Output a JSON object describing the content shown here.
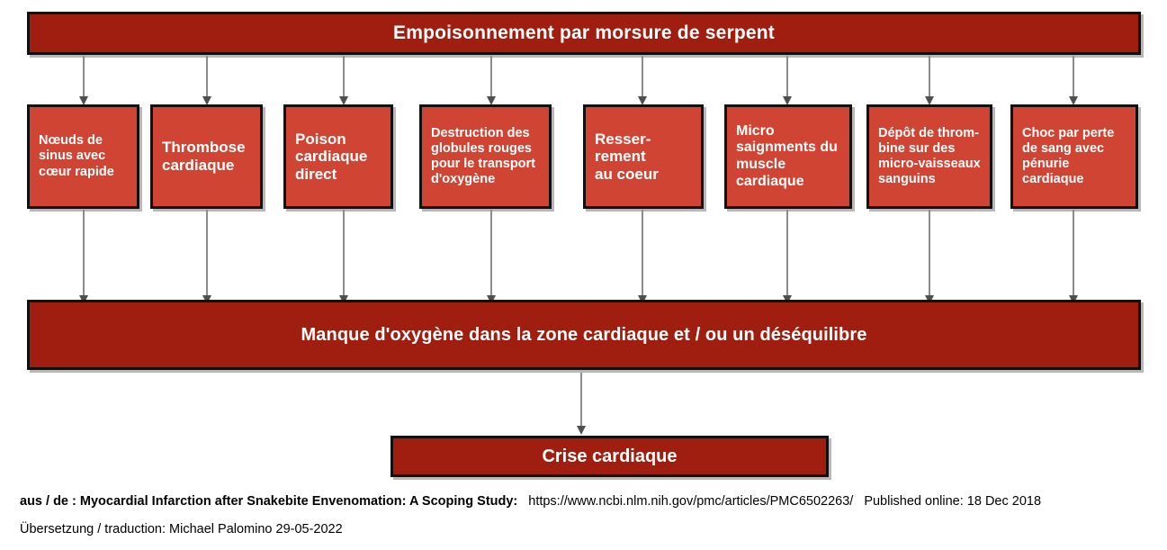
{
  "diagram": {
    "top_banner": {
      "label": "Empoisonnement par morsure de serpent"
    },
    "causes": [
      {
        "label": "Nœuds de sinus avec cœur rapide"
      },
      {
        "label": "Thrombose cardiaque"
      },
      {
        "label": "Poison cardiaque direct"
      },
      {
        "label": "Destruction des globules rouges pour le transport d'oxygène"
      },
      {
        "label": "Resser-\nrement\nau coeur"
      },
      {
        "label": "Micro saignments du muscle cardiaque"
      },
      {
        "label": "Dépôt de throm-\nbine sur des\nmicro-vaisseaux\nsanguins"
      },
      {
        "label": "Choc par perte de sang avec pénurie cardiaque"
      }
    ],
    "middle_banner": {
      "label": "Manque d'oxygène dans la zone cardiaque et / ou un déséquilibre"
    },
    "outcome_box": {
      "label": "Crise cardiaque"
    }
  },
  "footer": {
    "source_prefix": "aus / de : ",
    "source_title": "Myocardial Infarction after Snakebite Envenomation: A Scoping Study:",
    "source_url": "https://www.ncbi.nlm.nih.gov/pmc/articles/PMC6502263/",
    "published": "Published online: 18 Dec 2018",
    "translation": "Übersetzung / traduction: Michael Palomino 29-05-2022"
  },
  "colors": {
    "banner_red": "#9f1e10",
    "box_red": "#cf4433",
    "border": "#111111",
    "arrow": "#8c8c8c",
    "arrow_head": "#4f4f4f",
    "text_on_red": "#ffffff",
    "footer_text": "#000000"
  }
}
